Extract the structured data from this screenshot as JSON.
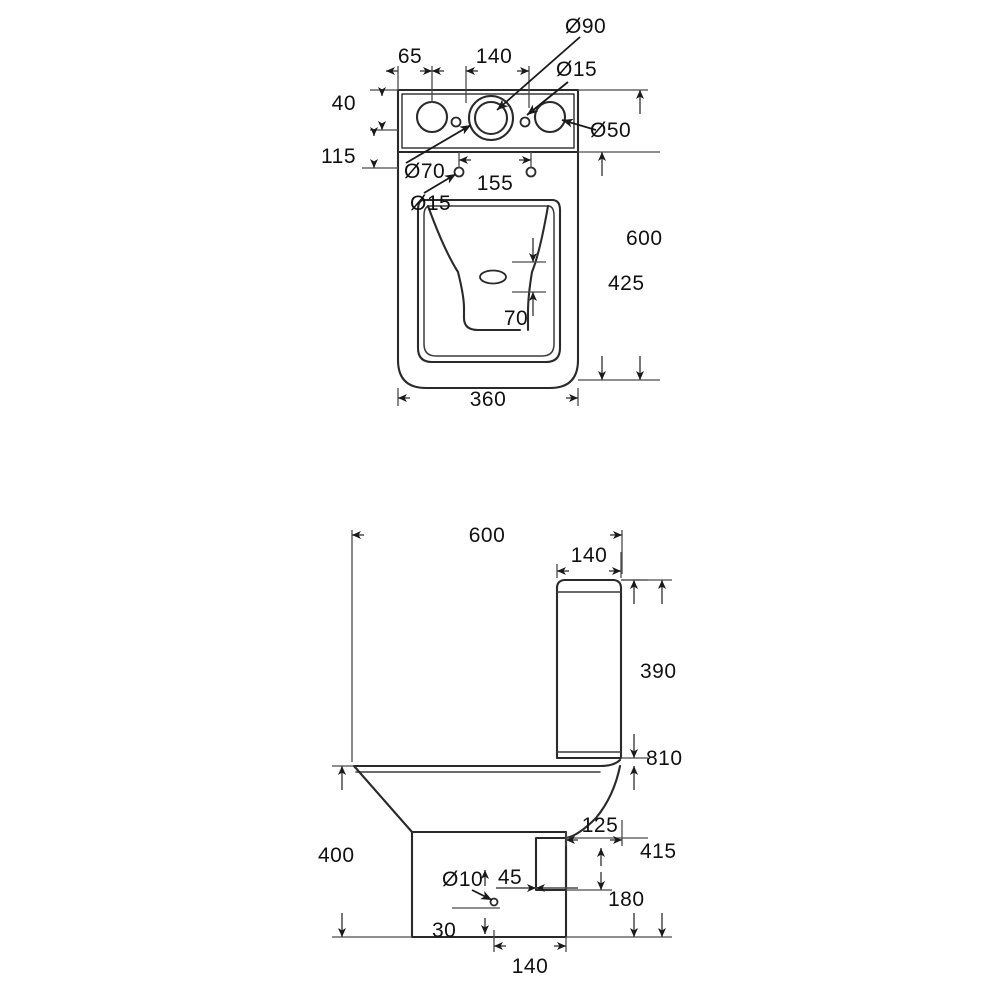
{
  "drawing": {
    "title": "Basin and close-coupled WC technical dimension drawing",
    "units": "mm",
    "line_color": "#2a2a2a",
    "dim_color": "#4a4a4a",
    "background": "#ffffff"
  },
  "basin": {
    "name": "washbasin-front-elevation",
    "dimensions": {
      "offset_left_65": "65",
      "spacing_140": "140",
      "tap_hole_d90": "Ø90",
      "small_hole_d15_top": "Ø15",
      "overflow_d50": "Ø50",
      "band_height_40": "40",
      "band_to_bowl_115": "115",
      "center_hole_d70": "Ø70",
      "fixing_hole_d15": "Ø15",
      "fixing_spacing_155": "155",
      "waste_70": "70",
      "bowl_height_425": "425",
      "total_height_600": "600",
      "width_360": "360"
    }
  },
  "wc": {
    "name": "close-coupled-wc-side-elevation",
    "dimensions": {
      "projection_600": "600",
      "cistern_depth_140": "140",
      "cistern_height_390": "390",
      "total_height_810": "810",
      "seat_height_400": "400",
      "outlet_offset_125": "125",
      "outlet_center_415": "415",
      "outlet_height_180": "180",
      "fixing_hole_d10": "Ø10",
      "fixing_offset_45": "45",
      "fixing_offset_30": "30",
      "fixing_spacing_140": "140"
    }
  }
}
